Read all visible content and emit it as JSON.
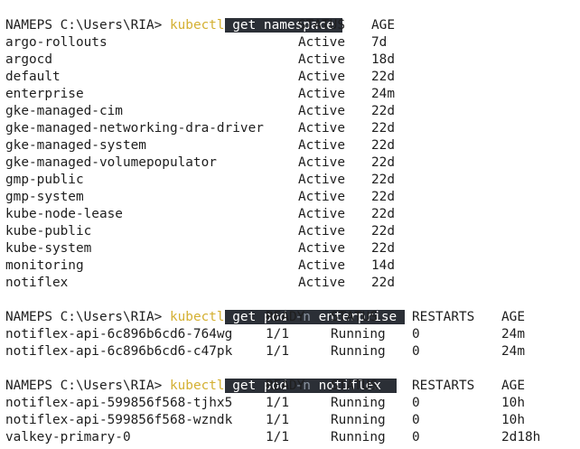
{
  "prompt": "PS C:\\Users\\RIA> ",
  "blocks": [
    {
      "command": {
        "name": "kubectl",
        "args_before": " get namespace ",
        "flag": "",
        "args_after": ""
      },
      "columns": [
        "NAME",
        "STATUS",
        "AGE"
      ],
      "rows": [
        [
          "argo-rollouts",
          "Active",
          "7d"
        ],
        [
          "argocd",
          "Active",
          "18d"
        ],
        [
          "default",
          "Active",
          "22d"
        ],
        [
          "enterprise",
          "Active",
          "24m"
        ],
        [
          "gke-managed-cim",
          "Active",
          "22d"
        ],
        [
          "gke-managed-networking-dra-driver",
          "Active",
          "22d"
        ],
        [
          "gke-managed-system",
          "Active",
          "22d"
        ],
        [
          "gke-managed-volumepopulator",
          "Active",
          "22d"
        ],
        [
          "gmp-public",
          "Active",
          "22d"
        ],
        [
          "gmp-system",
          "Active",
          "22d"
        ],
        [
          "kube-node-lease",
          "Active",
          "22d"
        ],
        [
          "kube-public",
          "Active",
          "22d"
        ],
        [
          "kube-system",
          "Active",
          "22d"
        ],
        [
          "monitoring",
          "Active",
          "14d"
        ],
        [
          "notiflex",
          "Active",
          "22d"
        ]
      ]
    },
    {
      "command": {
        "name": "kubectl",
        "args_before": " get pod ",
        "flag": "-n",
        "args_after": " enterprise "
      },
      "columns": [
        "NAME",
        "READY",
        "STATUS",
        "RESTARTS",
        "AGE"
      ],
      "rows": [
        [
          "notiflex-api-6c896b6cd6-764wg",
          "1/1",
          "Running",
          "0",
          "24m"
        ],
        [
          "notiflex-api-6c896b6cd6-c47pk",
          "1/1",
          "Running",
          "0",
          "24m"
        ]
      ]
    },
    {
      "command": {
        "name": "kubectl",
        "args_before": " get pod ",
        "flag": "-n",
        "args_after": " notiflex  "
      },
      "columns": [
        "NAME",
        "READY",
        "STATUS",
        "RESTARTS",
        "AGE"
      ],
      "rows": [
        [
          "notiflex-api-599856f568-tjhx5",
          "1/1",
          "Running",
          "0",
          "10h"
        ],
        [
          "notiflex-api-599856f568-wzndk",
          "1/1",
          "Running",
          "0",
          "10h"
        ],
        [
          "valkey-primary-0",
          "1/1",
          "Running",
          "0",
          "2d18h"
        ]
      ]
    }
  ]
}
